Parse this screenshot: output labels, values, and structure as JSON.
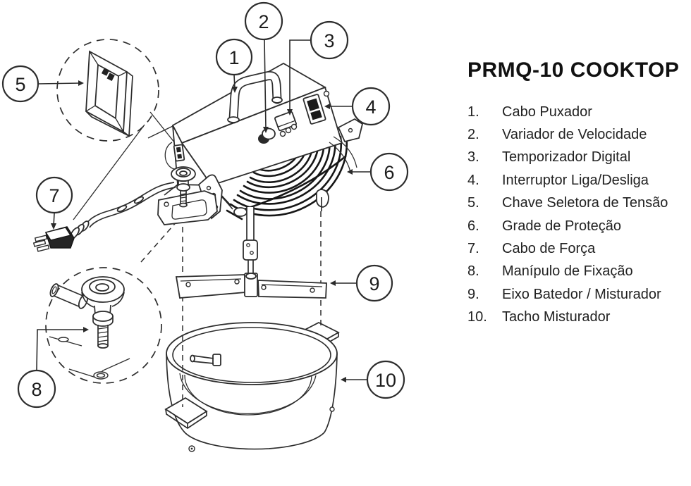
{
  "title": "PRMQ-10 COOKTOP",
  "parts": [
    {
      "num": "1.",
      "label": "Cabo Puxador"
    },
    {
      "num": "2.",
      "label": "Variador de Velocidade"
    },
    {
      "num": "3.",
      "label": "Temporizador Digital"
    },
    {
      "num": "4.",
      "label": "Interruptor Liga/Desliga"
    },
    {
      "num": "5.",
      "label": "Chave Seletora de Tensão"
    },
    {
      "num": "6.",
      "label": "Grade de Proteção"
    },
    {
      "num": "7.",
      "label": "Cabo de Força"
    },
    {
      "num": "8.",
      "label": "Manípulo de Fixação"
    },
    {
      "num": "9.",
      "label": "Eixo Batedor / Misturador"
    },
    {
      "num": "10.",
      "label": "Tacho Misturador"
    }
  ],
  "callouts": [
    "1",
    "2",
    "3",
    "4",
    "5",
    "6",
    "7",
    "8",
    "9",
    "10"
  ],
  "colors": {
    "line": "#2d2d2d",
    "background": "#ffffff",
    "text": "#1c1c1c"
  }
}
